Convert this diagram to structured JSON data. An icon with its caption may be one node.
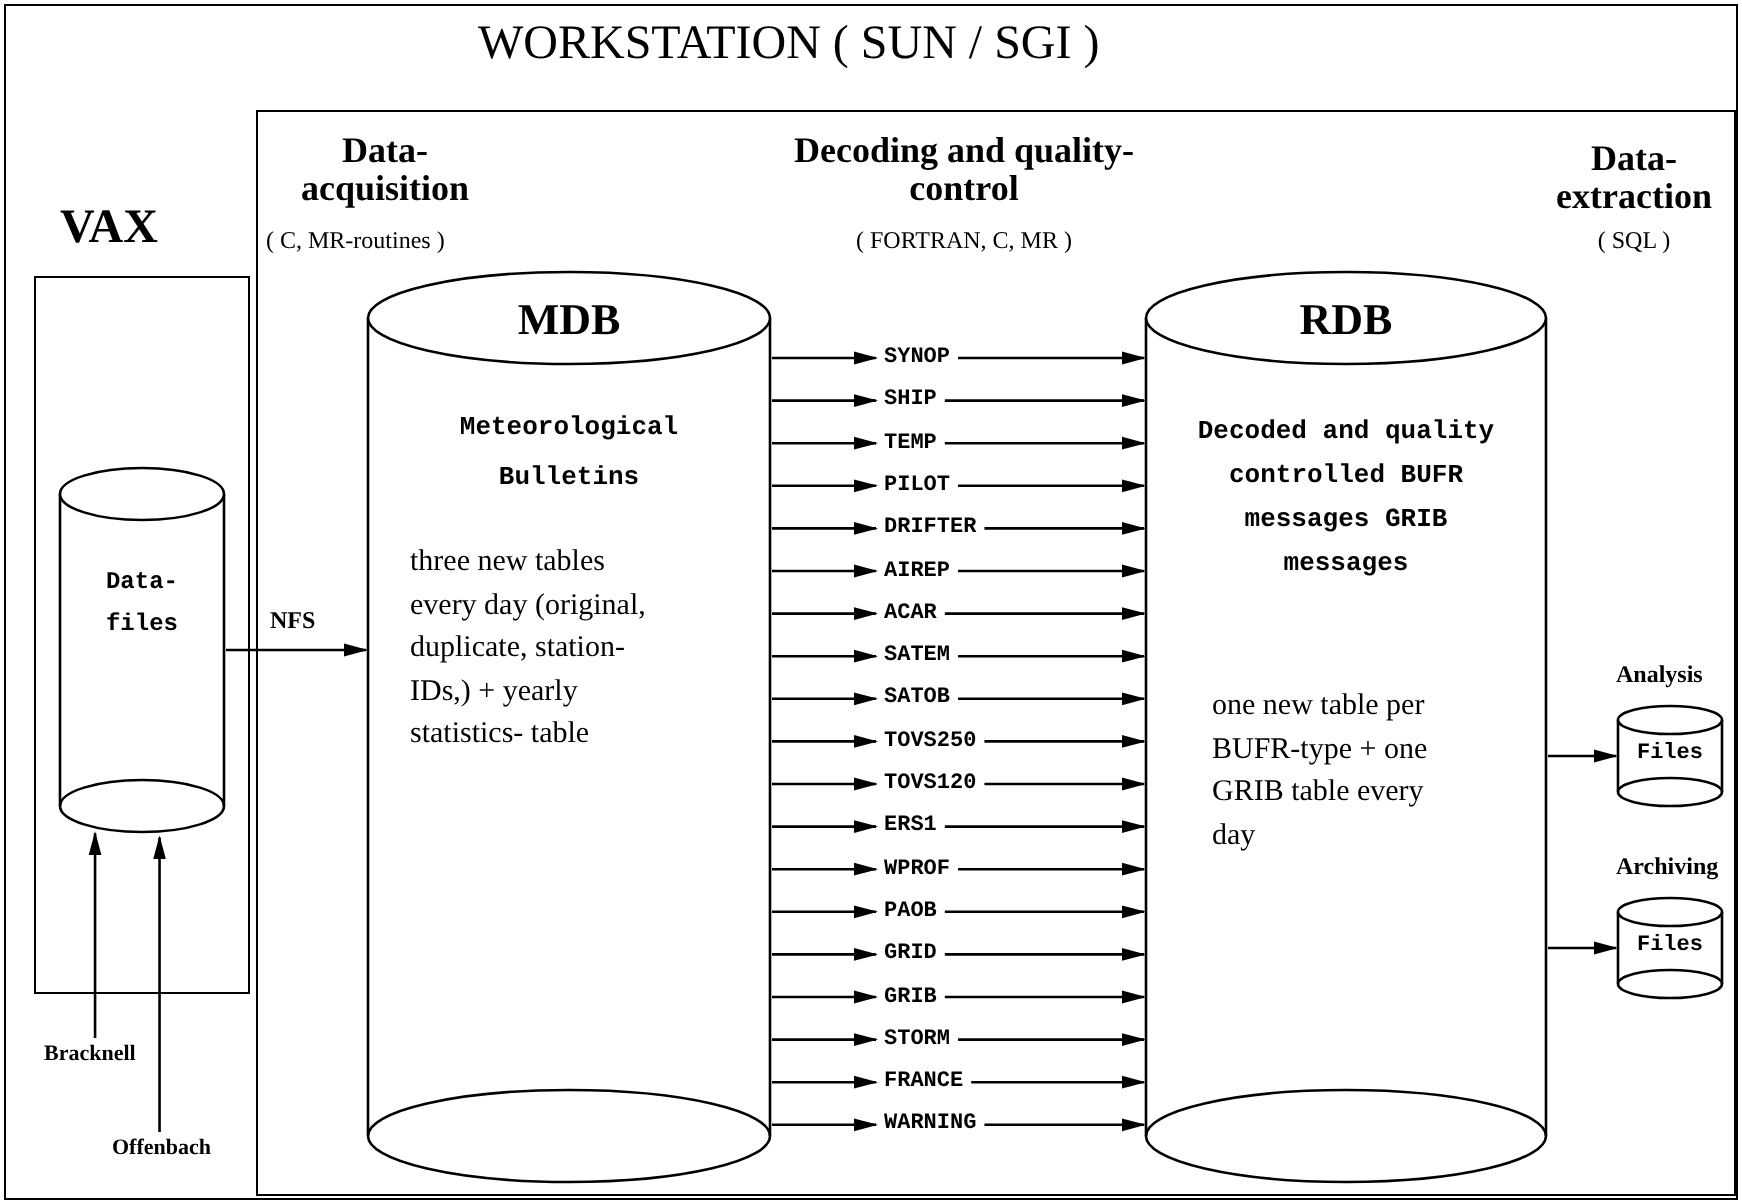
{
  "diagram": {
    "nodes": [
      {
        "text": [
          "WORKSTATION ( SUN / SGI )"
        ]
      },
      {
        "text": [
          "VAX"
        ]
      },
      {
        "text": [
          "Data- files"
        ],
        "in": 1
      },
      {
        "text": [
          "MDB",
          "Meteorological Bulletins",
          "three new tables every day (original, duplicate, station-IDs,) + yearly statistics- table"
        ],
        "in": 0
      },
      {
        "text": [
          "RDB",
          "Decoded and quality controlled BUFR messages GRIB messages",
          "one new table per BUFR-type + one GRIB table every day"
        ],
        "in": 0
      },
      {
        "text": [
          "Files"
        ],
        "beside": [
          "Analysis"
        ],
        "in": 0
      },
      {
        "text": [
          "Files"
        ],
        "beside": [
          "Archiving"
        ],
        "in": 0
      },
      {
        "text": [
          "SYNOP"
        ],
        "in": 0
      },
      {
        "text": [
          "SHIP"
        ],
        "in": 0
      },
      {
        "text": [
          "TEMP"
        ],
        "in": 0
      },
      {
        "text": [
          "PILOT"
        ],
        "in": 0
      },
      {
        "text": [
          "DRIFTER"
        ],
        "in": 0
      },
      {
        "text": [
          "AIREP"
        ],
        "in": 0
      },
      {
        "text": [
          "ACAR"
        ],
        "in": 0
      },
      {
        "text": [
          "SATEM"
        ],
        "in": 0
      },
      {
        "text": [
          "SATOB"
        ],
        "in": 0
      },
      {
        "text": [
          "TOVS250"
        ],
        "in": 0
      },
      {
        "text": [
          "TOVS120"
        ],
        "in": 0
      },
      {
        "text": [
          "ERS1"
        ],
        "in": 0
      },
      {
        "text": [
          "WPROF"
        ],
        "in": 0
      },
      {
        "text": [
          "PAOB"
        ],
        "in": 0
      },
      {
        "text": [
          "GRID"
        ],
        "in": 0
      },
      {
        "text": [
          "GRIB"
        ],
        "in": 0
      },
      {
        "text": [
          "STORM"
        ],
        "in": 0
      },
      {
        "text": [
          "FRANCE"
        ],
        "in": 0
      },
      {
        "text": [
          "WARNING"
        ],
        "in": 0
      },
      {
        "text": [
          "Bracknell"
        ]
      },
      {
        "text": [
          "Offenbach"
        ]
      }
    ],
    "edges": [
      {
        "from": 2,
        "to": 3,
        "arrow": "to",
        "label": "NFS"
      },
      {
        "from": 3,
        "to": 7,
        "arrow": "to"
      },
      {
        "from": 7,
        "to": 4,
        "arrow": "to"
      },
      {
        "from": 3,
        "to": 8,
        "arrow": "to"
      },
      {
        "from": 8,
        "to": 4,
        "arrow": "to"
      },
      {
        "from": 3,
        "to": 9,
        "arrow": "to"
      },
      {
        "from": 9,
        "to": 4,
        "arrow": "to"
      },
      {
        "from": 3,
        "to": 10,
        "arrow": "to"
      },
      {
        "from": 10,
        "to": 4,
        "arrow": "to"
      },
      {
        "from": 3,
        "to": 11,
        "arrow": "to"
      },
      {
        "from": 11,
        "to": 4,
        "arrow": "to"
      },
      {
        "from": 3,
        "to": 12,
        "arrow": "to"
      },
      {
        "from": 12,
        "to": 4,
        "arrow": "to"
      },
      {
        "from": 3,
        "to": 13,
        "arrow": "to"
      },
      {
        "from": 13,
        "to": 4,
        "arrow": "to"
      },
      {
        "from": 3,
        "to": 14,
        "arrow": "to"
      },
      {
        "from": 14,
        "to": 4,
        "arrow": "to"
      },
      {
        "from": 3,
        "to": 15,
        "arrow": "to"
      },
      {
        "from": 15,
        "to": 4,
        "arrow": "to"
      },
      {
        "from": 3,
        "to": 16,
        "arrow": "to"
      },
      {
        "from": 16,
        "to": 4,
        "arrow": "to"
      },
      {
        "from": 3,
        "to": 17,
        "arrow": "to"
      },
      {
        "from": 17,
        "to": 4,
        "arrow": "to"
      },
      {
        "from": 3,
        "to": 18,
        "arrow": "to"
      },
      {
        "from": 18,
        "to": 4,
        "arrow": "to"
      },
      {
        "from": 3,
        "to": 19,
        "arrow": "to"
      },
      {
        "from": 19,
        "to": 4,
        "arrow": "to"
      },
      {
        "from": 3,
        "to": 20,
        "arrow": "to"
      },
      {
        "from": 20,
        "to": 4,
        "arrow": "to"
      },
      {
        "from": 3,
        "to": 21,
        "arrow": "to"
      },
      {
        "from": 21,
        "to": 4,
        "arrow": "to"
      },
      {
        "from": 3,
        "to": 22,
        "arrow": "to"
      },
      {
        "from": 22,
        "to": 4,
        "arrow": "to"
      },
      {
        "from": 3,
        "to": 23,
        "arrow": "to"
      },
      {
        "from": 23,
        "to": 4,
        "arrow": "to"
      },
      {
        "from": 3,
        "to": 24,
        "arrow": "to"
      },
      {
        "from": 24,
        "to": 4,
        "arrow": "to"
      },
      {
        "from": 3,
        "to": 25,
        "arrow": "to"
      },
      {
        "from": 25,
        "to": 4,
        "arrow": "to"
      },
      {
        "from": 26,
        "to": 2,
        "arrow": "to"
      },
      {
        "from": 27,
        "to": 2,
        "arrow": "to"
      },
      {
        "from": 4,
        "to": 5,
        "arrow": "to"
      },
      {
        "from": 4,
        "to": 6,
        "arrow": "to"
      }
    ],
    "labels": [
      "Data- acquisition",
      "( C, MR-routines )",
      "Decoding and quality- control",
      "( FORTRAN, C, MR )",
      "Data- extraction",
      "( SQL )"
    ]
  }
}
